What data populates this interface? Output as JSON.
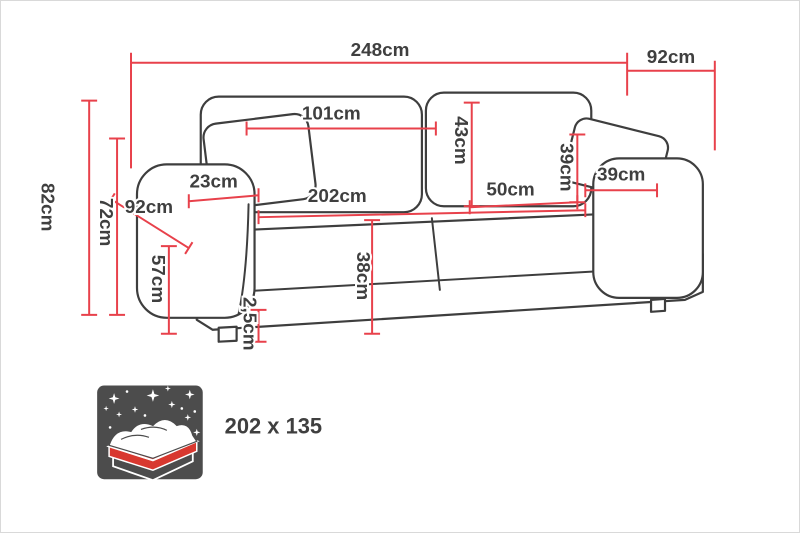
{
  "dims": {
    "total_width": "248cm",
    "depth": "92cm",
    "height": "82cm",
    "backrest_height": "72cm",
    "back_cushion_width": "101cm",
    "back_cushion_height": "43cm",
    "pillow_height": "39cm",
    "pillow_width": "39cm",
    "armrest_width": "23cm",
    "armrest_depth": "92cm",
    "seat_depth": "50cm",
    "seat_width": "202cm",
    "seat_height": "38cm",
    "armrest_height": "57cm",
    "leg_height": "2,5cm"
  },
  "sleeping": {
    "label": "202 x 135"
  },
  "colors": {
    "dimension_red": "#e8414b",
    "sofa_outline": "#3e3e3e",
    "label_text": "#3f3f3f",
    "icon_background": "#4c4c4c",
    "mattress_red": "#e8403a"
  }
}
